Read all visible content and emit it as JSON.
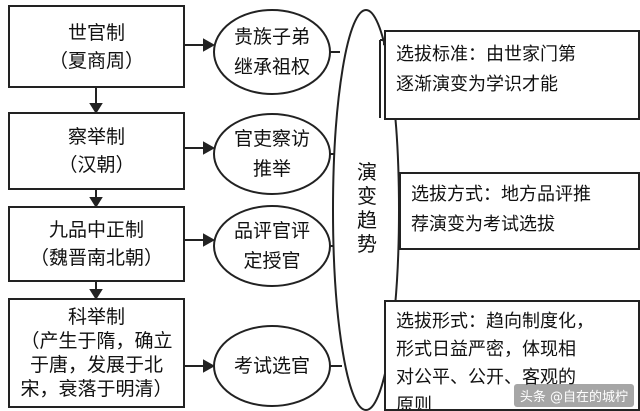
{
  "systems": [
    {
      "name": "世官制",
      "period": "（夏商周）",
      "feature_lines": [
        "贵族子弟",
        "继承祖权"
      ]
    },
    {
      "name": "察举制",
      "period": "（汉朝）",
      "feature_lines": [
        "官吏察访",
        "推举"
      ]
    },
    {
      "name": "九品中正制",
      "period": "（魏晋南北朝）",
      "feature_lines": [
        "品评官评",
        "定授官"
      ]
    },
    {
      "name": "科举制",
      "period_lines": [
        "（产生于隋，确立",
        "于唐，发展于北",
        "宋，衰落于明清）"
      ],
      "feature_lines": [
        "考试选官"
      ]
    }
  ],
  "trend_label": "演变趋势",
  "trends": [
    {
      "lines": [
        "选拔标准：由世家门第",
        "逐渐演变为学识才能"
      ]
    },
    {
      "lines": [
        "选拔方式：地方品评推",
        "荐演变为考试选拔"
      ]
    },
    {
      "lines": [
        "选拔形式：趋向制度化，",
        "形式日益严密，体现相",
        "对公平、公开、客观的",
        "原则"
      ]
    }
  ],
  "watermark": "头条 @自在的城柠",
  "colors": {
    "line": "#222222",
    "background": "#ffffff"
  }
}
